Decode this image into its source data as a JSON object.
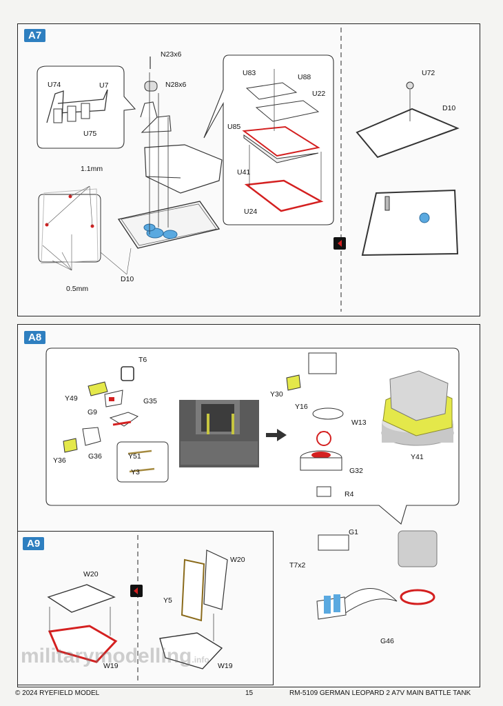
{
  "sections": {
    "a7": {
      "badge": "A7"
    },
    "a8": {
      "badge": "A8"
    },
    "a9": {
      "badge": "A9"
    }
  },
  "a7_labels": [
    "N23x6",
    "N28x6",
    "U74",
    "U7",
    "U75",
    "1.1mm",
    "0.5mm",
    "D10",
    "U83",
    "U88",
    "U22",
    "U85",
    "U41",
    "U24",
    "U72",
    "D10"
  ],
  "a8_labels": [
    "T6",
    "Y49",
    "G9",
    "G35",
    "Y36",
    "G36",
    "Y51",
    "Y3",
    "Y30",
    "Y16",
    "W13",
    "G32",
    "R4",
    "Y41",
    "G1",
    "T7x2",
    "G46"
  ],
  "a9_labels": [
    "W20",
    "W19",
    "W20",
    "Y5",
    "W19"
  ],
  "footer": {
    "copyright": "© 2024 RYEFIELD MODEL",
    "page": "15",
    "title": "RM-5109 GERMAN LEOPARD  2 A7V MAIN BATTLE TANK"
  },
  "watermark": {
    "text": "militarymodelling",
    "suffix": ".info"
  },
  "colors": {
    "badge": "#2e7fc0",
    "highlight_red": "#d42020",
    "highlight_yellow": "#e4e84a",
    "highlight_blue": "#5aa9e0"
  }
}
